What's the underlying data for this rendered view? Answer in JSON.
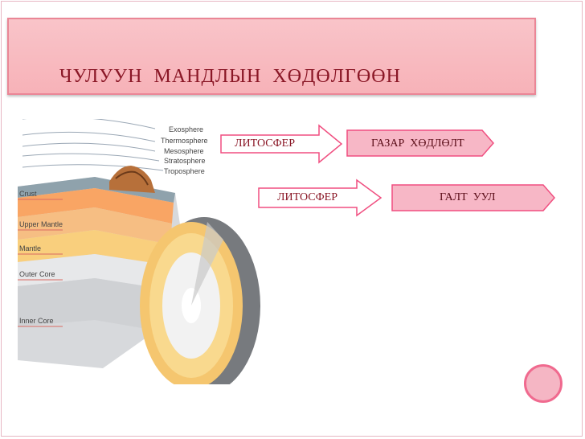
{
  "title": "ЧУЛУУН  МАНДЛЫН  ХӨДӨЛГӨӨН",
  "illustration": {
    "layer_labels": [
      "Exosphere",
      "Thermosphere",
      "Mesosphere",
      "Stratosphere",
      "Troposphere",
      "Crust",
      "Upper Mantle",
      "Mantle",
      "Outer Core",
      "Inner Core"
    ]
  },
  "flows": [
    {
      "from": "ЛИТОСФЕР",
      "to": "ГАЗАР  ХӨДЛӨЛТ"
    },
    {
      "from": "ЛИТОСФЕР",
      "to": "ГАЛТ  УУЛ"
    }
  ],
  "colors": {
    "title": "#8a1726",
    "box_fill": "#f7b7c6",
    "box_border": "#f04f80",
    "arrow": "#f0487c"
  }
}
